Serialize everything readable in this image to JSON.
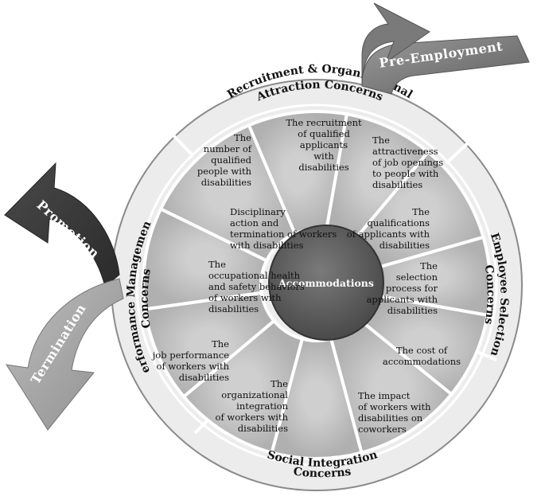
{
  "center": {
    "label": "Accommodations"
  },
  "ring_labels": {
    "top_line1": "Recruitment & Organizational",
    "top_line2": "Attraction Concerns",
    "right_line1": "Employee Selection",
    "right_line2": "Concerns",
    "bottom_line1": "Social Integration",
    "bottom_line2": "Concerns",
    "left_line1": "Performance Management",
    "left_line2": "Concerns"
  },
  "arrows": {
    "pre_employment": "Pre-Employment",
    "promotion": "Promotion",
    "termination": "Termination"
  },
  "wedges": [
    {
      "lines": [
        "The recruitment",
        "of qualified",
        "applicants",
        "with",
        "disabilities"
      ]
    },
    {
      "lines": [
        "The",
        "attractiveness",
        "of job openings",
        "to people with",
        "disabilities"
      ]
    },
    {
      "lines": [
        "The",
        "qualifications",
        "of applicants with",
        "disabilities"
      ]
    },
    {
      "lines": [
        "The",
        "selection",
        "process for",
        "applicants with",
        "disabilities"
      ]
    },
    {
      "lines": [
        "The cost of",
        "accommodations"
      ]
    },
    {
      "lines": [
        "The impact",
        "of workers with",
        "disabilities on",
        "coworkers"
      ]
    },
    {
      "lines": [
        "The",
        "organizational",
        "integration",
        "of workers with",
        "disabilities"
      ]
    },
    {
      "lines": [
        "The",
        "job performance",
        "of workers with",
        "disabilities"
      ]
    },
    {
      "lines": [
        "The",
        "occupational health",
        "and safety behaviors",
        "of workers with",
        "disabilities"
      ]
    },
    {
      "lines": [
        "Disciplinary",
        "action and",
        "termination of workers",
        "with disabilities"
      ]
    },
    {
      "lines": [
        "The",
        "number of",
        "qualified",
        "people with",
        "disabilities"
      ]
    }
  ],
  "colors": {
    "outer_ring": "#ececec",
    "wedges": "#bdbdbd",
    "center": "#5a5a5a",
    "pre_employment_arrow": "#7a7a7a",
    "promotion_arrow": "#3a3a3a",
    "termination_arrow": "#a8a8a8"
  }
}
